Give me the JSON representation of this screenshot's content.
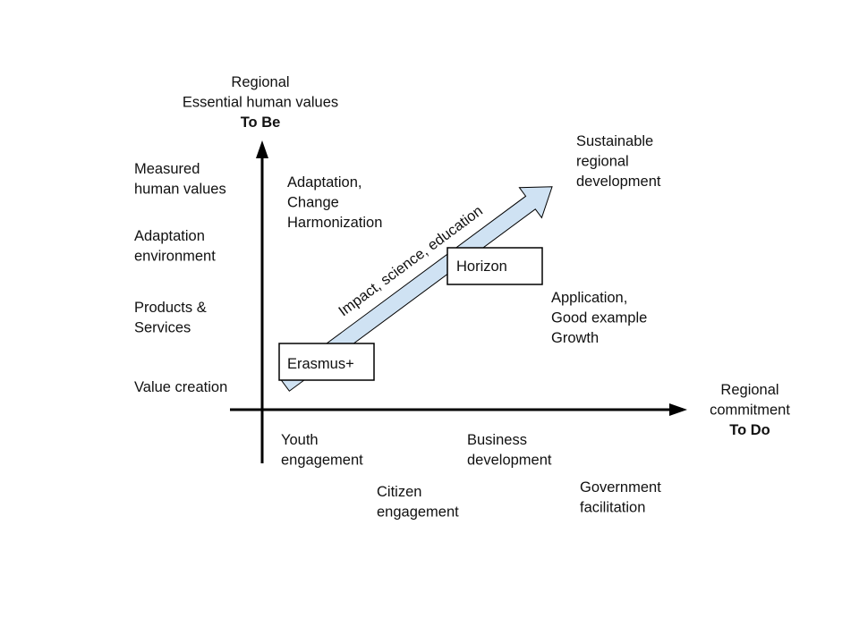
{
  "y_axis": {
    "lines": [
      "Regional",
      "Essential human values"
    ],
    "bold": "To Be"
  },
  "x_axis": {
    "lines": [
      "Regional",
      "commitment"
    ],
    "bold": "To Do"
  },
  "y_labels": [
    [
      "Measured",
      "human values"
    ],
    [
      "Adaptation",
      "environment"
    ],
    [
      "Products &",
      "Services"
    ],
    [
      "Value creation"
    ]
  ],
  "x_labels": [
    [
      "Youth",
      "engagement"
    ],
    [
      "Citizen",
      "engagement"
    ],
    [
      "Business",
      "development"
    ],
    [
      "Government",
      "facilitation"
    ]
  ],
  "quadrant_labels": {
    "top_left": [
      "Adaptation,",
      "Change",
      "Harmonization"
    ],
    "bottom_right": [
      "Application,",
      "Good example",
      "Growth"
    ],
    "goal": [
      "Sustainable",
      "regional",
      "development"
    ]
  },
  "arrow_label": "Impact, science, education",
  "boxes": {
    "erasmus": "Erasmus+",
    "horizon": "Horizon"
  },
  "colors": {
    "arrow_fill": "#cfe2f3",
    "stroke": "#000000"
  }
}
